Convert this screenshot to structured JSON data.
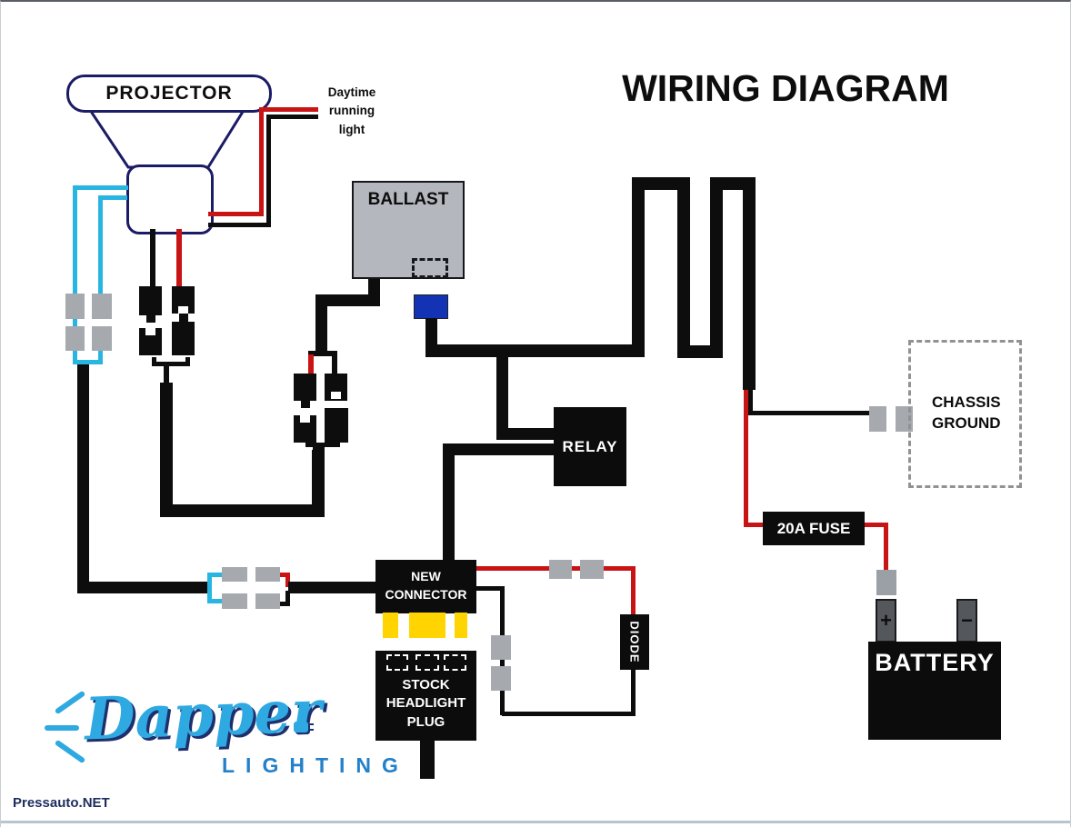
{
  "page": {
    "title": "WIRING DIAGRAM",
    "watermark": "Pressauto.NET"
  },
  "components": {
    "projector": {
      "label": "PROJECTOR"
    },
    "daytime_light": {
      "line1": "Daytime",
      "line2": "running",
      "line3": "light"
    },
    "ballast": {
      "label": "BALLAST"
    },
    "relay": {
      "label": "RELAY"
    },
    "chassis_ground": {
      "line1": "CHASSIS",
      "line2": "GROUND"
    },
    "fuse": {
      "label": "20A FUSE"
    },
    "battery": {
      "label": "BATTERY",
      "positive": "+",
      "negative": "−"
    },
    "new_connector": {
      "line1": "NEW",
      "line2": "CONNECTOR"
    },
    "diode": {
      "label": "DIODE"
    },
    "stock_plug": {
      "line1": "STOCK",
      "line2": "HEADLIGHT",
      "line3": "PLUG"
    }
  },
  "logo": {
    "brand": "Dapper",
    "subtitle": "LIGHTING"
  },
  "colors": {
    "wire_black": "#0d0d0d",
    "wire_red": "#c81414",
    "wire_cyan": "#29b5e2",
    "connector_gray": "#a6aaae",
    "ballast_gray": "#b4b7bd",
    "plug_blue": "#1433b4",
    "pin_yellow": "#ffd400",
    "outline_navy": "#1b1b66",
    "logo_blue": "#2fa9e1",
    "logo_navy": "#1e2f6e"
  }
}
